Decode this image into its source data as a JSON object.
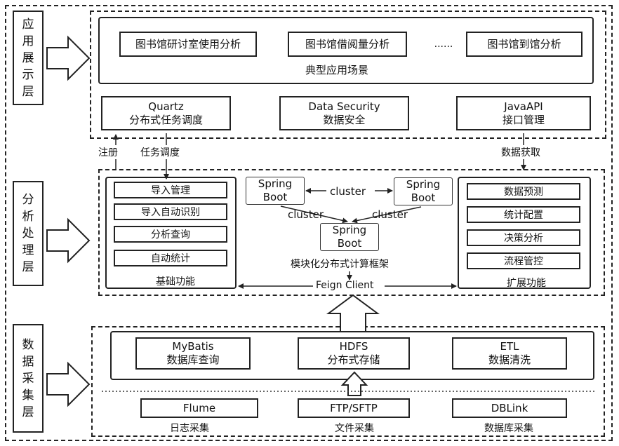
{
  "layers": {
    "presentation": "应用展示层",
    "analysis": "分析处理层",
    "collection": "数据采集层"
  },
  "presentation": {
    "apps": [
      "图书馆研讨室使用分析",
      "图书馆借阅量分析",
      "图书馆到馆分析"
    ],
    "ellipsis": "......",
    "scenario_caption": "典型应用场景",
    "services": [
      {
        "line1": "Quartz",
        "line2": "分布式任务调度"
      },
      {
        "line1": "Data Security",
        "line2": "数据安全"
      },
      {
        "line1": "JavaAPI",
        "line2": "接口管理"
      }
    ]
  },
  "connectors": {
    "register": "注册",
    "schedule": "任务调度",
    "fetch": "数据获取"
  },
  "analysis": {
    "basic_items": [
      "导入管理",
      "导入自动识别",
      "分析查询",
      "自动统计"
    ],
    "basic_caption": "基础功能",
    "ext_items": [
      "数据预测",
      "统计配置",
      "决策分析",
      "流程管控"
    ],
    "ext_caption": "扩展功能",
    "spring_boot": {
      "line1": "Spring",
      "line2": "Boot"
    },
    "cluster": "cluster",
    "framework_caption": "模块化分布式计算框架",
    "feign": "Feign Client"
  },
  "collection": {
    "storage": [
      {
        "line1": "MyBatis",
        "line2": "数据库查询"
      },
      {
        "line1": "HDFS",
        "line2": "分布式存储"
      },
      {
        "line1": "ETL",
        "line2": "数据清洗"
      }
    ],
    "sources": [
      {
        "name": "Flume",
        "caption": "日志采集"
      },
      {
        "name": "FTP/SFTP",
        "caption": "文件采集"
      },
      {
        "name": "DBLink",
        "caption": "数据库采集"
      }
    ]
  }
}
